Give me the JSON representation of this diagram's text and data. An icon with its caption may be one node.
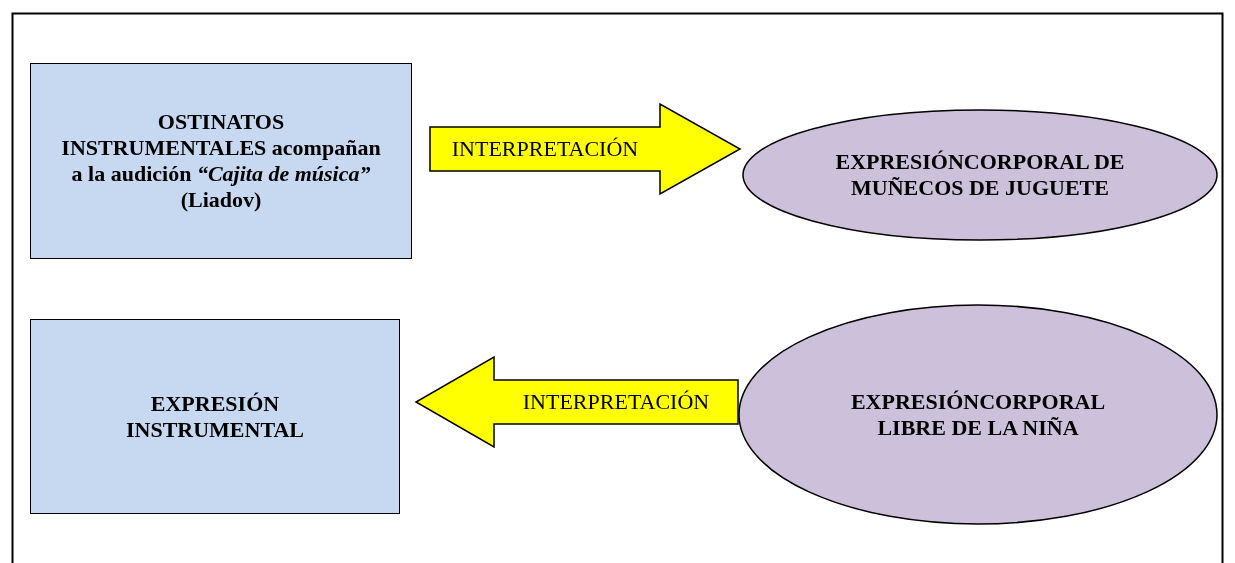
{
  "diagram": {
    "nodes": [
      {
        "text": [
          "OSTINATOS INSTRUMENTALES acompañan a la audición *“Cajita de música”* (Liadov)"
        ]
      },
      {
        "text": [
          "EXPRESIÓNCORPORAL DE MUÑECOS DE JUGUETE"
        ]
      },
      {
        "text": [
          "EXPRESIÓN INSTRUMENTAL"
        ]
      },
      {
        "text": [
          "EXPRESIÓNCORPORAL LIBRE DE LA NIÑA"
        ]
      }
    ],
    "edges": [
      {
        "from": 0,
        "to": 1,
        "arrow": "to",
        "label": "INTERPRETACIÓN"
      },
      {
        "from": 3,
        "to": 2,
        "arrow": "to",
        "label": "INTERPRETACIÓN"
      }
    ]
  }
}
